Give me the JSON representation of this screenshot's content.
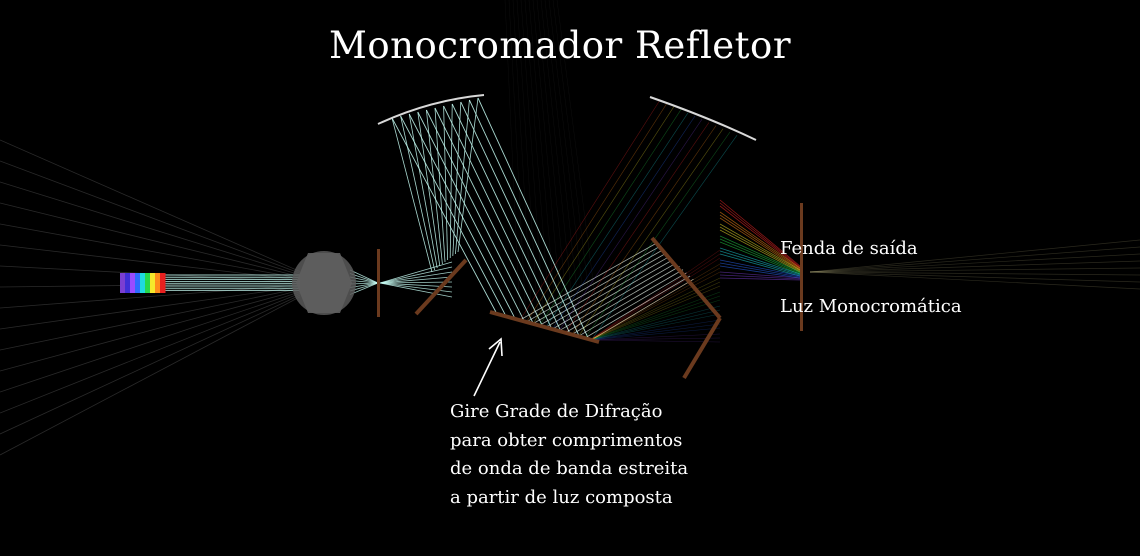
{
  "title": "Monocromador Refletor",
  "labels": {
    "exit_slit": "Fenda de saída",
    "monochromatic_light": "Luz Monocromática"
  },
  "grating_note": [
    "Gire Grade de Difração",
    "para obter comprimentos",
    "de onda de banda estreita",
    "a partir de luz composta"
  ],
  "colors": {
    "background": "#000000",
    "beam": "#c8fff6",
    "mirror": "#d8d8d8",
    "component": "#6b3a1e",
    "lens": "#5a5a5a",
    "text": "#ffffff"
  },
  "source_spectrum": [
    "#7b3fd1",
    "#3f2fd6",
    "#9a4cff",
    "#2d6bff",
    "#1fd9e0",
    "#27d84a",
    "#f5e82b",
    "#ff8c1a",
    "#e8201f"
  ],
  "dispersed_spectrum": [
    "#ff2a2a",
    "#ff8c1a",
    "#f5e82b",
    "#27d84a",
    "#1fd9e0",
    "#2d6bff",
    "#7b3fd1"
  ]
}
